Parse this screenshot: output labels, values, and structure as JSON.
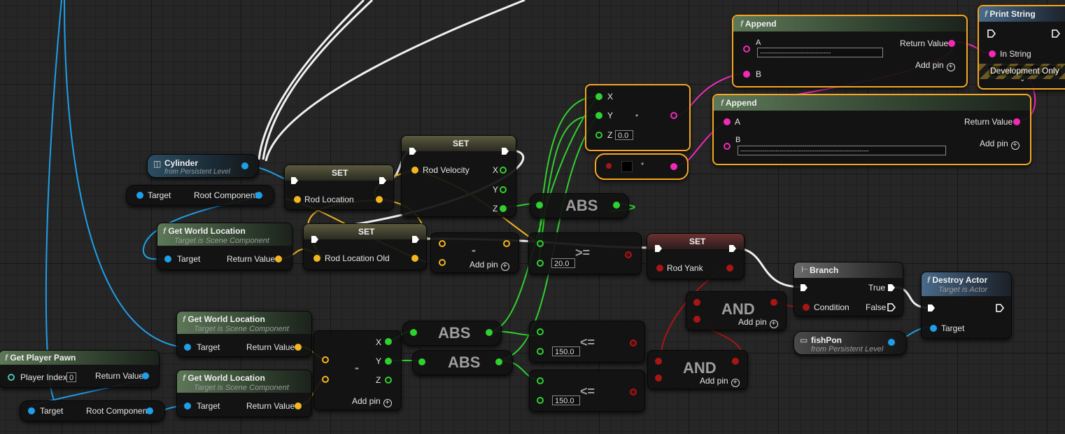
{
  "nodes": {
    "cylinder": {
      "title": "Cylinder",
      "sub": "from Persistent Level"
    },
    "get_root_1": {
      "in": "Target",
      "out": "Root Component"
    },
    "set_rod_location": {
      "title": "SET",
      "pin": "Rod Location"
    },
    "set_rod_velocity": {
      "title": "SET",
      "pin": "Rod Velocity"
    },
    "break_vel": {
      "x": "X",
      "y": "Y",
      "z": "Z"
    },
    "gwl_1": {
      "title": "Get World Location",
      "sub": "Target is Scene Component",
      "in": "Target",
      "out": "Return Value"
    },
    "set_rod_location_old": {
      "title": "SET",
      "pin": "Rod Location Old"
    },
    "subtract_1": {
      "op": "-",
      "add": "Add pin"
    },
    "abs_1": {
      "label": "ABS"
    },
    "gte": {
      "op": ">=",
      "value": "20.0"
    },
    "set_rod_yank": {
      "title": "SET",
      "pin": "Rod Yank"
    },
    "make_vec": {
      "x": "X",
      "y": "Y",
      "z": "Z",
      "z_value": "0.0"
    },
    "append_1": {
      "title": "Append",
      "a": "A",
      "b": "B",
      "out": "Return Value",
      "add": "Add pin",
      "a_value": "--------------------------------------"
    },
    "append_2": {
      "title": "Append",
      "a": "A",
      "b": "B",
      "out": "Return Value",
      "add": "Add pin",
      "b_value": "---------------------------------------------------------------------"
    },
    "print_string": {
      "title": "Print String",
      "in": "In String",
      "dev": "Development Only"
    },
    "and_1": {
      "label": "AND",
      "add": "Add pin"
    },
    "and_2": {
      "label": "AND",
      "add": "Add pin"
    },
    "branch": {
      "title": "Branch",
      "cond": "Condition",
      "true": "True",
      "false": "False"
    },
    "destroy": {
      "title": "Destroy Actor",
      "sub": "Target is Actor",
      "in": "Target"
    },
    "fishpon": {
      "title": "fishPon",
      "sub": "from Persistent Level"
    },
    "gwl_2": {
      "title": "Get World Location",
      "sub": "Target is Scene Component",
      "in": "Target",
      "out": "Return Value"
    },
    "gwl_3": {
      "title": "Get World Location",
      "sub": "Target is Scene Component",
      "in": "Target",
      "out": "Return Value"
    },
    "subtract_2": {
      "op": "-",
      "add": "Add pin",
      "x": "X",
      "y": "Y",
      "z": "Z"
    },
    "abs_2": {
      "label": "ABS"
    },
    "abs_3": {
      "label": "ABS"
    },
    "lte_1": {
      "op": "<=",
      "value": "150.0"
    },
    "lte_2": {
      "op": "<=",
      "value": "150.0"
    },
    "player_pawn": {
      "title": "Get Player Pawn",
      "in": "Player Index",
      "in_value": "0",
      "out": "Return Value"
    },
    "get_root_2": {
      "in": "Target",
      "out": "Root Component"
    }
  },
  "colors": {
    "exec": "#ffffff",
    "object": "#1e9fe8",
    "vector": "#f2b720",
    "float": "#2fd12f",
    "string": "#f02ab6",
    "bool": "#a91515",
    "selection": "#f5a623"
  }
}
